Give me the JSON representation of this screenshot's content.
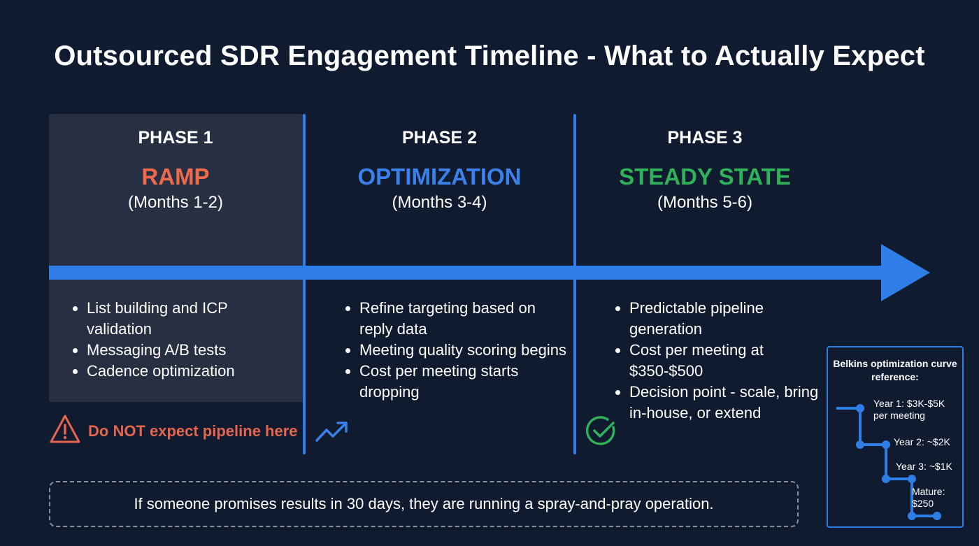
{
  "title": "Outsourced SDR Engagement Timeline - What to Actually Expect",
  "colors": {
    "background": "#111b30",
    "phase1_card": "#272f42",
    "axis_blue": "#2f7ee8",
    "ramp_orange": "#ef6a4b",
    "optimization_blue": "#3a82ea",
    "steady_green": "#2fb25a",
    "warning_red": "#e5654e"
  },
  "phases": [
    {
      "label": "PHASE 1",
      "name": "RAMP",
      "months": "(Months 1-2)",
      "bullets": [
        "List building and ICP validation",
        "Messaging A/B tests",
        "Cadence optimization"
      ],
      "footer_icon": "warning-triangle-icon",
      "footer_text": "Do NOT expect pipeline here"
    },
    {
      "label": "PHASE 2",
      "name": "OPTIMIZATION",
      "months": "(Months 3-4)",
      "bullets": [
        "Refine targeting based on reply data",
        "Meeting quality scoring begins",
        "Cost per meeting starts dropping"
      ],
      "footer_icon": "trending-up-icon"
    },
    {
      "label": "PHASE 3",
      "name": "STEADY STATE",
      "months": "(Months 5-6)",
      "bullets": [
        "Predictable pipeline generation",
        "Cost per meeting at $350-$500",
        "Decision point - scale, bring in-house, or extend"
      ],
      "footer_icon": "check-circle-icon"
    }
  ],
  "callout": "If someone promises results in 30 days, they are running a spray-and-pray operation.",
  "reference": {
    "title": "Belkins optimization curve reference:",
    "steps": [
      {
        "label_line1": "Year 1: $3K-$5K",
        "label_line2": "per meeting"
      },
      {
        "label_line1": "Year 2: ~$2K"
      },
      {
        "label_line1": "Year 3: ~$1K"
      },
      {
        "label_line1": "Mature:",
        "label_line2": "$250"
      }
    ]
  }
}
